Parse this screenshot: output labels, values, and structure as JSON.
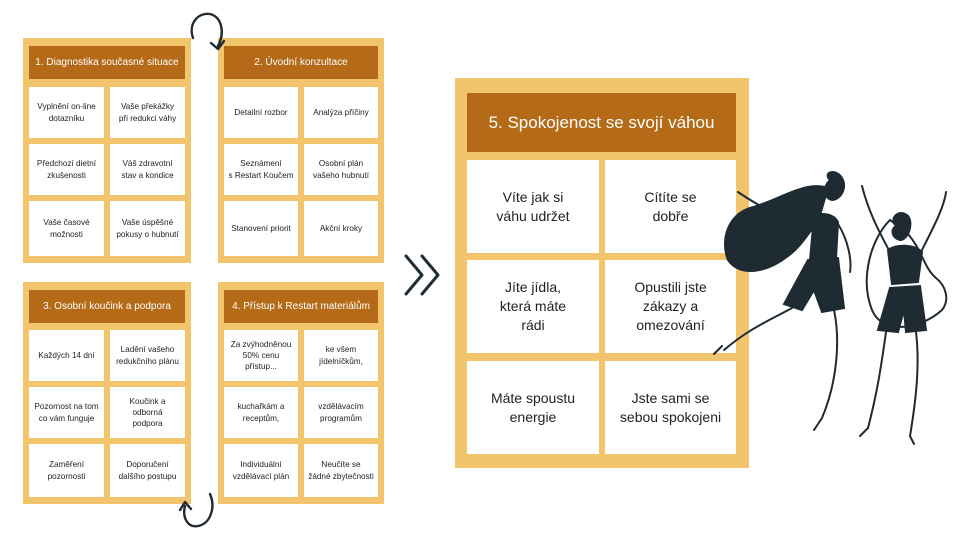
{
  "colors": {
    "panel_bg": "#f2c46b",
    "title_bg": "#b46a17",
    "cell_bg": "#ffffff",
    "ink": "#1f2b33"
  },
  "steps": [
    {
      "title": "1. Diagnostika současné situace",
      "cells": [
        "Vyplnění on-line\ndotazníku",
        "Vaše překážky\npři redukci váhy",
        "Předchozí dietní\nzkušenosti",
        "Váš zdravotní\nstav a kondice",
        "Vaše časové\nmožnosti",
        "Vaše úspěšné\npokusy o hubnutí"
      ]
    },
    {
      "title": "2. Úvodní konzultace",
      "cells": [
        "Detailní rozbor",
        "Analýza příčiny",
        "Seznámení\ns Restart Koučem",
        "Osobní plán\nvašeho hubnutí",
        "Stanovení priorit",
        "Akční kroky"
      ]
    },
    {
      "title": "3. Osobní koučink a podpora",
      "cells": [
        "Každých 14 dní",
        "Ladění vašeho\nredukčního plánu",
        "Pozornost na tom\nco vám funguje",
        "Koučink a odborná\npodpora",
        "Zaměření\npozornosti",
        "Doporučení\ndalšího postupu"
      ]
    },
    {
      "title": "4. Přístup k Restart materiálům",
      "cells": [
        "Za zvýhodněnou\n50% cenu přístup...",
        "ke všem\njídelníčkům,",
        "kuchařkám a\nreceptům,",
        "vzdělávacím\nprogramům",
        "Individuální\nvzdělávací plán",
        "Neučíte se\nžádné zbytečnosti"
      ]
    }
  ],
  "result": {
    "title": "5. Spokojenost se svojí váhou",
    "cells": [
      "Víte jak si\nváhu udržet",
      "Cítíte se\ndobře",
      "Jíte jídla,\nkterá máte\nrádi",
      "Opustili jste\nzákazy a\nomezování",
      "Máte spoustu\nenergie",
      "Jste sami se\nsebou spokojeni"
    ]
  },
  "icons": {
    "loop_top": "curved-arrow-icon",
    "loop_bottom": "curved-arrow-icon",
    "proceed": "double-chevron-right-icon",
    "illustration": "dancing-women-illustration"
  }
}
